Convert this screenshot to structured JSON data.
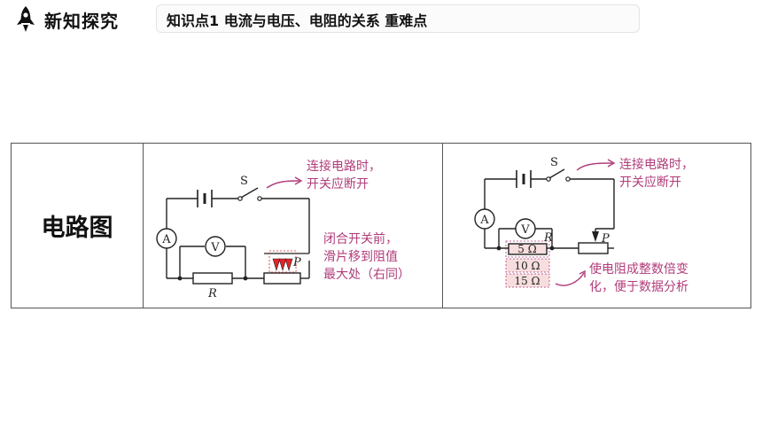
{
  "header": {
    "section_title": "新知探究",
    "topic": "知识点1  电流与电压、电阻的关系  重难点"
  },
  "table": {
    "row_label": "电路图",
    "left_circuit": {
      "switch_label": "S",
      "resistor_label": "R",
      "rheostat_label": "P",
      "ammeter_label": "A",
      "voltmeter_label": "V",
      "note_switch_line1": "连接电路时，",
      "note_switch_line2": "开关应断开",
      "note_slider_line1": "闭合开关前，",
      "note_slider_line2": "滑片移到阻值",
      "note_slider_line3": "最大处（右同）"
    },
    "right_circuit": {
      "switch_label": "S",
      "resistor_label": "R",
      "rheostat_label": "P",
      "ammeter_label": "A",
      "voltmeter_label": "V",
      "resistor_5": "5 Ω",
      "resistor_10": "10 Ω",
      "resistor_15": "15 Ω",
      "note_switch_line1": "连接电路时，",
      "note_switch_line2": "开关应断开",
      "note_resistor_line1": "使电阻成整数倍变",
      "note_resistor_line2": "化，便于数据分析"
    }
  },
  "colors": {
    "note": "#b03c7a",
    "arrow_red": "#e0242a",
    "highlight_bg": "#f7dede"
  }
}
